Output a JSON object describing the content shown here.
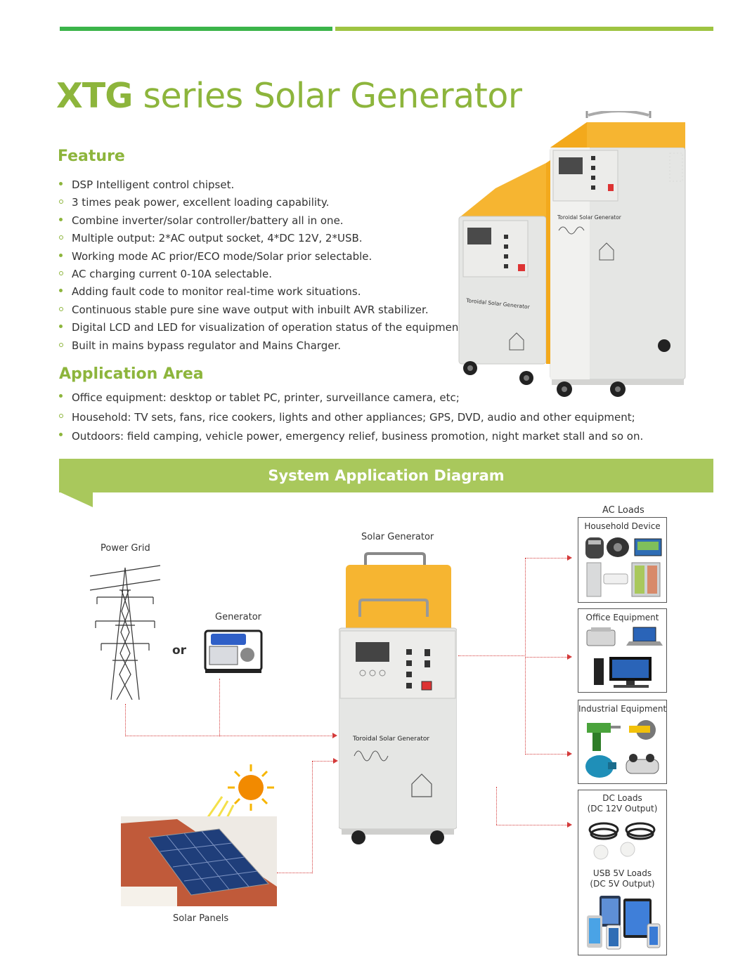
{
  "title": {
    "bold": "XTG",
    "rest": "series Solar Generator"
  },
  "feature": {
    "heading": "Feature",
    "items": [
      "DSP Intelligent control chipset.",
      "3 times peak power, excellent loading capability.",
      "Combine inverter/solar controller/battery all in one.",
      "Multiple output: 2*AC output socket, 4*DC 12V, 2*USB.",
      "Working mode AC prior/ECO mode/Solar prior selectable.",
      "AC charging current 0-10A selectable.",
      "Adding fault code to monitor real-time work situations.",
      "Continuous stable pure sine wave output with inbuilt AVR stabilizer.",
      "Digital LCD and LED for visualization of operation status of the equipment.",
      "Built in mains bypass regulator and Mains Charger."
    ]
  },
  "application": {
    "heading": "Application Area",
    "items": [
      "Office equipment: desktop or tablet PC, printer, surveillance camera, etc;",
      "Household: TV sets, fans, rice cookers, lights and other appliances; GPS, DVD, audio and other equipment;",
      "Outdoors: field camping, vehicle power, emergency relief, business promotion, night market stall and so on."
    ]
  },
  "product": {
    "panel_label": "Toroidal Solar Generator"
  },
  "diagram": {
    "banner": "System Application Diagram",
    "power_grid": "Power Grid",
    "generator": "Generator",
    "or": "or",
    "solar_generator": "Solar Generator",
    "solar_panels": "Solar Panels",
    "unit_label": "Toroidal Solar Generator",
    "ac_loads": "AC Loads",
    "household": "Household Device",
    "office": "Office Equipment",
    "industrial": "Industrial Equipment",
    "dc_loads": "DC Loads",
    "dc_output": "(DC 12V Output)",
    "usb_loads": "USB 5V Loads",
    "usb_output": "(DC 5V Output)"
  },
  "colors": {
    "accent": "#8db53c",
    "banner": "#a9c85c",
    "generator_yellow": "#f6b531",
    "panel_gray": "#e5e6e4",
    "flow_line": "#d43b3b"
  }
}
